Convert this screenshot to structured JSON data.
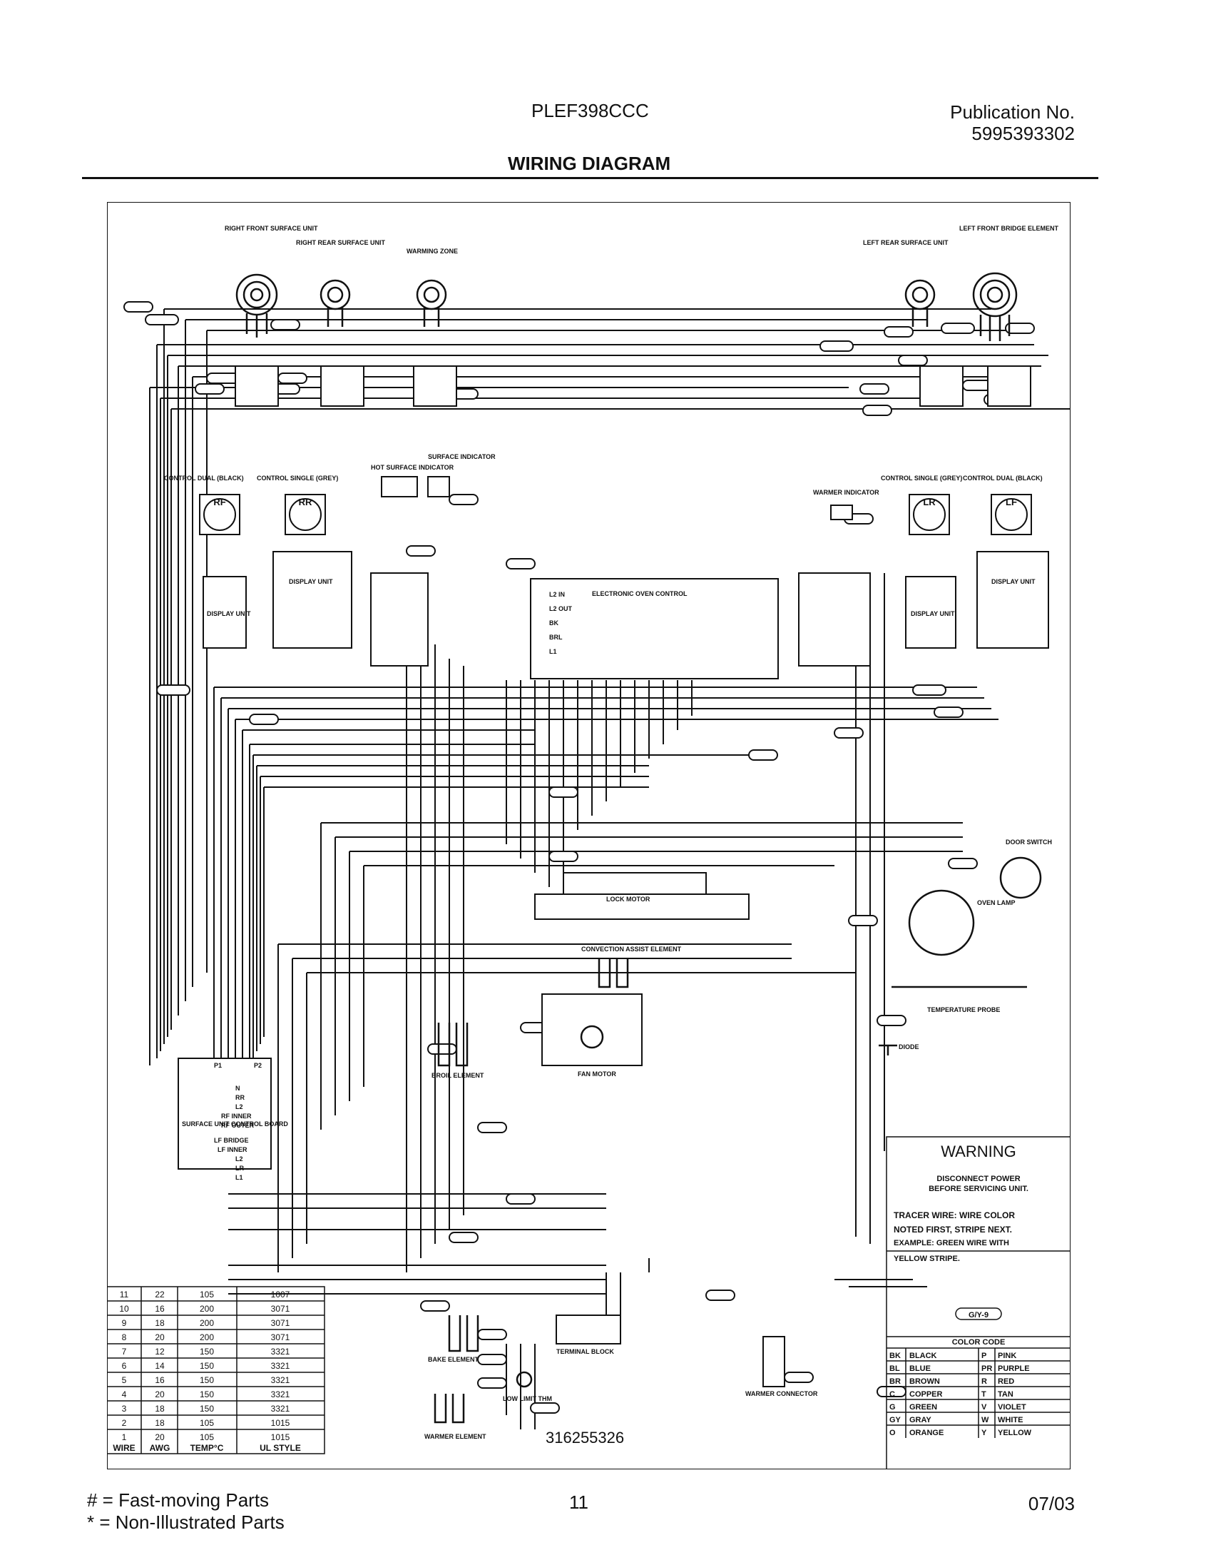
{
  "header": {
    "model": "PLEF398CCC",
    "publication_label": "Publication No.",
    "publication_number": "5995393302",
    "title": "WIRING DIAGRAM"
  },
  "diagram": {
    "part_number": "316255326",
    "surface_units": {
      "right_front": "RIGHT FRONT SURFACE UNIT",
      "right_rear": "RIGHT REAR SURFACE UNIT",
      "warming_zone": "WARMING ZONE",
      "left_rear": "LEFT REAR SURFACE UNIT",
      "left_front": "LEFT FRONT BRIDGE ELEMENT"
    },
    "controls": {
      "rf_title": "CONTROL DUAL (BLACK)",
      "rr_title": "CONTROL SINGLE (GREY)",
      "lr_title": "CONTROL SINGLE (GREY)",
      "lf_title": "CONTROL DUAL (BLACK)",
      "rf_label": "RF",
      "rr_label": "RR",
      "lr_label": "LR",
      "lf_label": "LF"
    },
    "indicators": {
      "hot_surface": "HOT SURFACE INDICATOR",
      "surface": "SURFACE INDICATOR",
      "warmer": "WARMER INDICATOR"
    },
    "display_unit": "DISPLAY UNIT",
    "eoc": {
      "title": "ELECTRONIC OVEN CONTROL",
      "terminals": [
        "L2 IN",
        "L2 OUT",
        "BK",
        "BRL",
        "L1"
      ]
    },
    "lock_motor": "LOCK MOTOR",
    "door_switch": "DOOR SWITCH",
    "oven_lamp": "OVEN LAMP",
    "temperature_probe": "TEMPERATURE PROBE",
    "diode": "DIODE",
    "convection_element": "CONVECTION ASSIST ELEMENT",
    "fan_motor": "FAN MOTOR",
    "broil_element": "BROIL ELEMENT",
    "bake_element": "BAKE ELEMENT",
    "terminal_block": "TERMINAL BLOCK",
    "warmer_element": "WARMER ELEMENT",
    "low_limit": "LOW LIMIT THM",
    "warmer_connector": "WARMER CONNECTOR",
    "scb": {
      "title": "SURFACE UNIT CONTROL BOARD",
      "p1": "P1",
      "p2": "P2",
      "pins": [
        "N",
        "RR",
        "L2",
        "RF INNER",
        "RF OUTER",
        "LF BRIDGE",
        "LF INNER",
        "L2",
        "LR",
        "L1"
      ]
    },
    "warning": {
      "title": "WARNING",
      "line1": "DISCONNECT POWER",
      "line2": "BEFORE SERVICING UNIT.",
      "t1": "TRACER WIRE: WIRE COLOR",
      "t2": "NOTED FIRST, STRIPE NEXT.",
      "t3": "EXAMPLE: GREEN WIRE WITH",
      "t4": "YELLOW STRIPE.",
      "example": "G/Y-9"
    },
    "color_code": {
      "title": "COLOR CODE",
      "rows": [
        [
          "BK",
          "BLACK",
          "P",
          "PINK"
        ],
        [
          "BL",
          "BLUE",
          "PR",
          "PURPLE"
        ],
        [
          "BR",
          "BROWN",
          "R",
          "RED"
        ],
        [
          "C",
          "COPPER",
          "T",
          "TAN"
        ],
        [
          "G",
          "GREEN",
          "V",
          "VIOLET"
        ],
        [
          "GY",
          "GRAY",
          "W",
          "WHITE"
        ],
        [
          "O",
          "ORANGE",
          "Y",
          "YELLOW"
        ]
      ]
    },
    "wire_table": {
      "headers": [
        "WIRE",
        "AWG",
        "TEMP°C",
        "UL STYLE"
      ],
      "rows": [
        [
          "11",
          "22",
          "105",
          "1007"
        ],
        [
          "10",
          "16",
          "200",
          "3071"
        ],
        [
          "9",
          "18",
          "200",
          "3071"
        ],
        [
          "8",
          "20",
          "200",
          "3071"
        ],
        [
          "7",
          "12",
          "150",
          "3321"
        ],
        [
          "6",
          "14",
          "150",
          "3321"
        ],
        [
          "5",
          "16",
          "150",
          "3321"
        ],
        [
          "4",
          "20",
          "150",
          "3321"
        ],
        [
          "3",
          "18",
          "150",
          "3321"
        ],
        [
          "2",
          "18",
          "105",
          "1015"
        ],
        [
          "1",
          "20",
          "105",
          "1015"
        ]
      ]
    }
  },
  "footer": {
    "fast_moving": "# = Fast-moving Parts",
    "non_illustrated": "* = Non-Illustrated Parts",
    "page": "11",
    "date": "07/03"
  }
}
